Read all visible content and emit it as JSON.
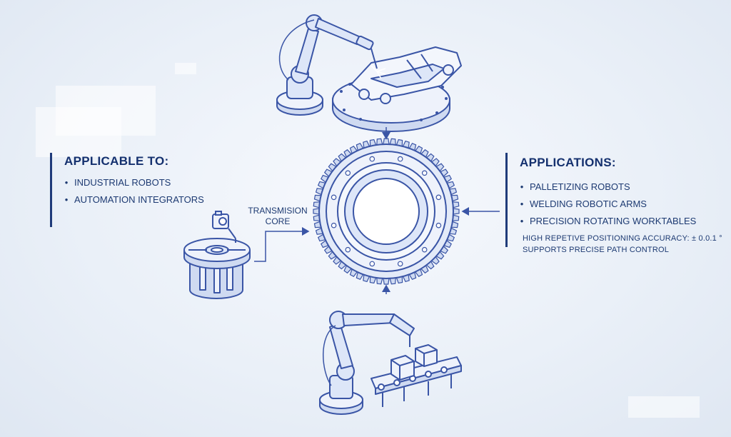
{
  "applicable": {
    "heading": "APPLICABLE TO:",
    "items": [
      "INDUSTRIAL ROBOTS",
      "AUTOMATION INTEGRATORS"
    ]
  },
  "applications": {
    "heading": "APPLICATIONS:",
    "items": [
      "PALLETIZING ROBOTS",
      "WELDING ROBOTIC ARMS",
      "PRECISION ROTATING WORKTABLES"
    ],
    "notes": [
      "HIGH REPETIVE POSITIONING ACCURACY: ± 0.0.1 °",
      "SUPPORTS PRECISE PATH CONTROL"
    ]
  },
  "core": {
    "line1": "TRANSMISION",
    "line2": "CORE"
  },
  "colors": {
    "line": "#3a55a6",
    "fill": "#dde6f8",
    "dark": "#14306e",
    "background": "#eaf0f8"
  },
  "icons": [
    "welding-robot-icon",
    "slewing-ring-gear-icon",
    "rotary-table-icon",
    "camera-icon",
    "palletizing-robot-icon",
    "conveyor-icon"
  ]
}
